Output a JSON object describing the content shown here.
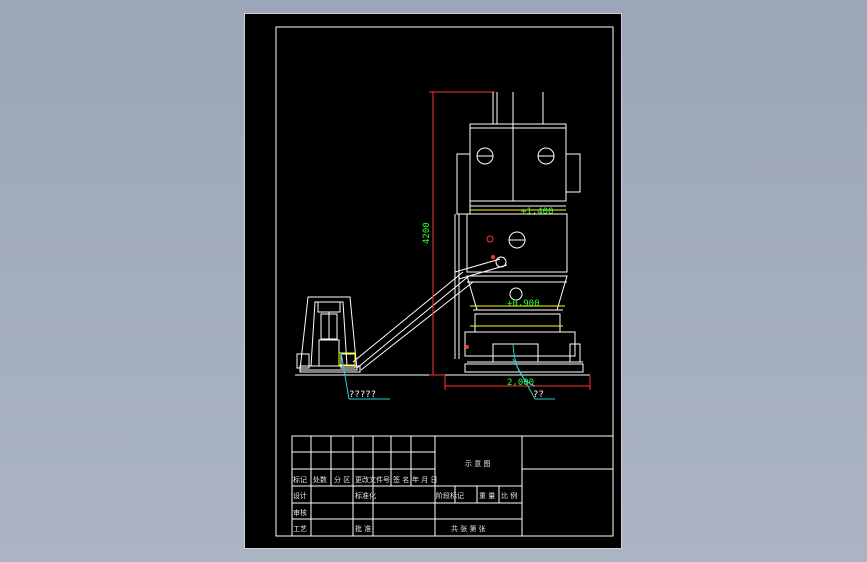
{
  "drawing": {
    "dim_height": "4200",
    "dim_width": "2,000",
    "level_1": "+1,400",
    "level_2": "+0,900",
    "callout_left": "?????",
    "callout_right": "??",
    "colors": {
      "sheet_bg": "#000000",
      "lines": "#ffffff",
      "dimension": "#ff3333",
      "dim_text": "#33ff33",
      "leader": "#33cccc",
      "accent": "#ffff00"
    }
  },
  "title_block": {
    "drawing_title": "示 意 图",
    "row1": [
      "标记",
      "处数",
      "分 区",
      "更改文件号",
      "签 名",
      "年 月 日"
    ],
    "row2": [
      "设计",
      "",
      "标准化",
      ""
    ],
    "row3": [
      "审核",
      "",
      "",
      ""
    ],
    "row4": [
      "工艺",
      "",
      "批 准",
      ""
    ],
    "stage": [
      "阶段标记",
      "重 量",
      "比 例"
    ],
    "sheet_info": "共 张  第 张"
  }
}
